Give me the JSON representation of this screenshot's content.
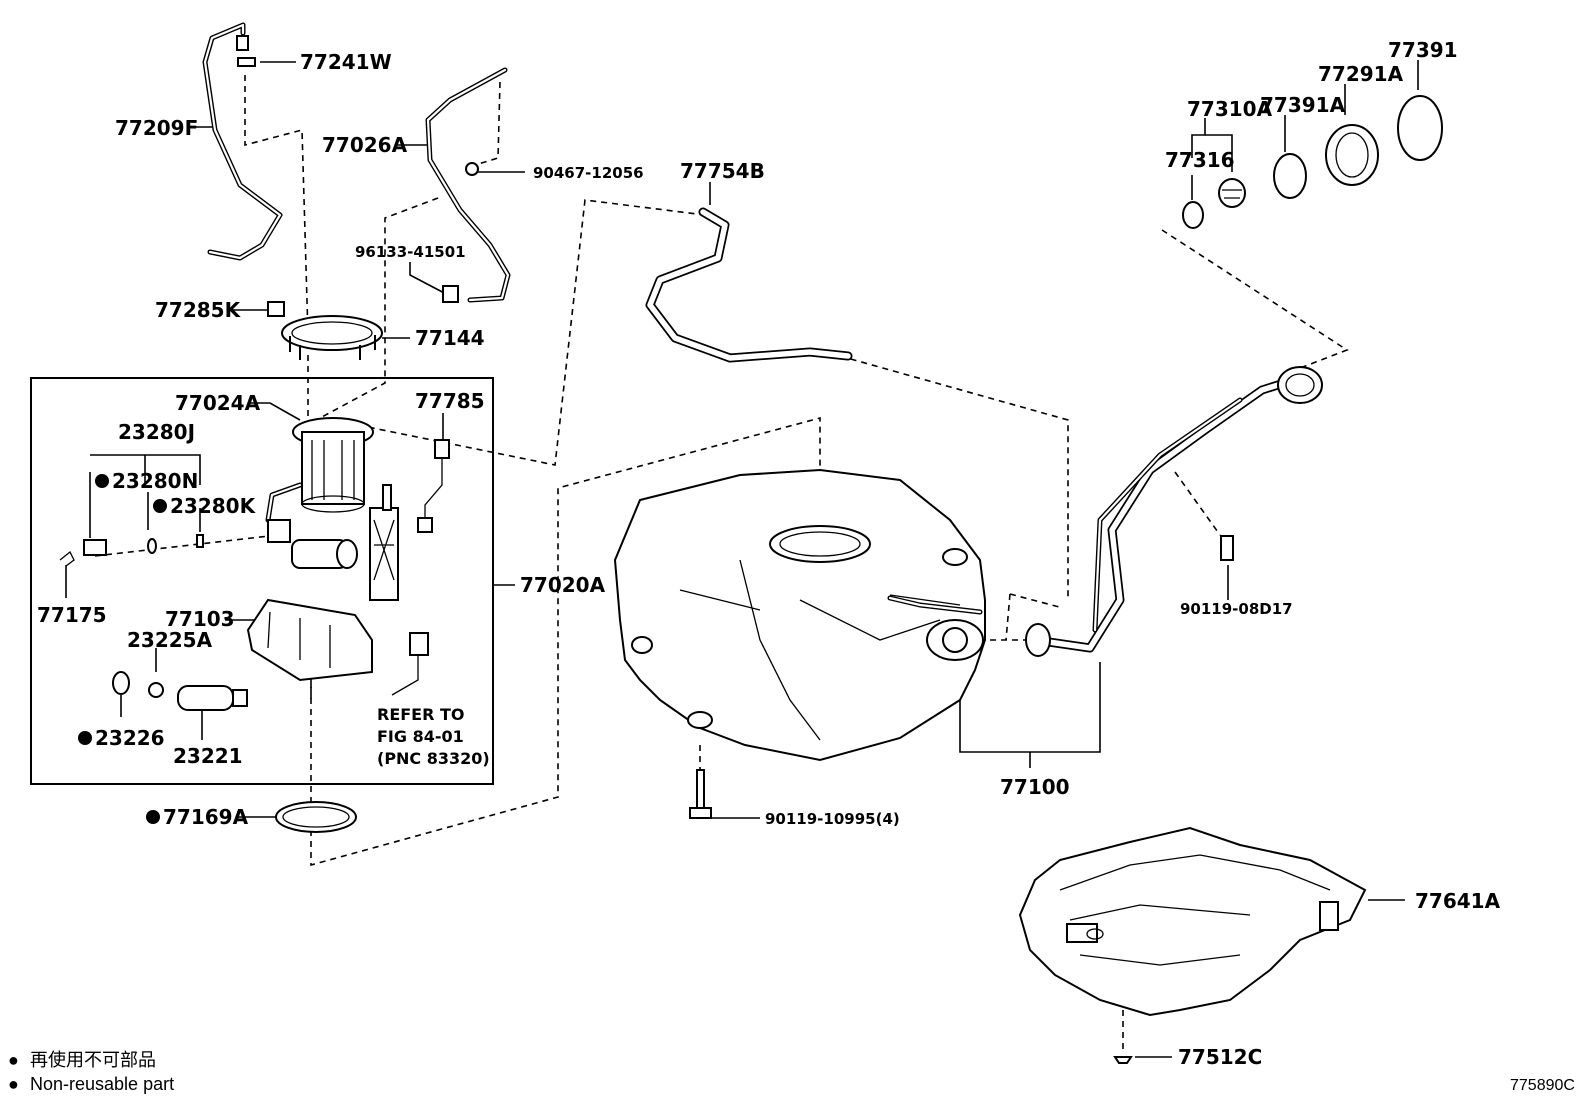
{
  "figure_code": "775890C",
  "notes": {
    "refer_line1": "REFER TO",
    "refer_line2": "FIG 84-01",
    "refer_line3": "(PNC 83320)"
  },
  "legend": {
    "symbol": "●",
    "line_japanese": "再使用不可部品",
    "line_english": "Non-reusable part"
  },
  "parts": {
    "p77241W": "77241W",
    "p77209F": "77209F",
    "p77026A": "77026A",
    "p90467_12056": "90467-12056",
    "p96133_41501": "96133-41501",
    "p77754B": "77754B",
    "p77285K": "77285K",
    "p77144": "77144",
    "p77024A": "77024A",
    "p77785": "77785",
    "p23280J": "23280J",
    "p23280N": "23280N",
    "p23280K": "23280K",
    "p77175": "77175",
    "p77103": "77103",
    "p23225A": "23225A",
    "p23226": "23226",
    "p23221": "23221",
    "p77020A": "77020A",
    "p77169A": "77169A",
    "p90119_10995": "90119-10995(4)",
    "p77100": "77100",
    "p77391": "77391",
    "p77291A": "77291A",
    "p77310A": "77310A",
    "p77391A": "77391A",
    "p77316": "77316",
    "p90119_08D17": "90119-08D17",
    "p77641A": "77641A",
    "p77512C": "77512C"
  },
  "non_reusable_parts": [
    "23280N",
    "23280K",
    "23226",
    "77169A"
  ]
}
